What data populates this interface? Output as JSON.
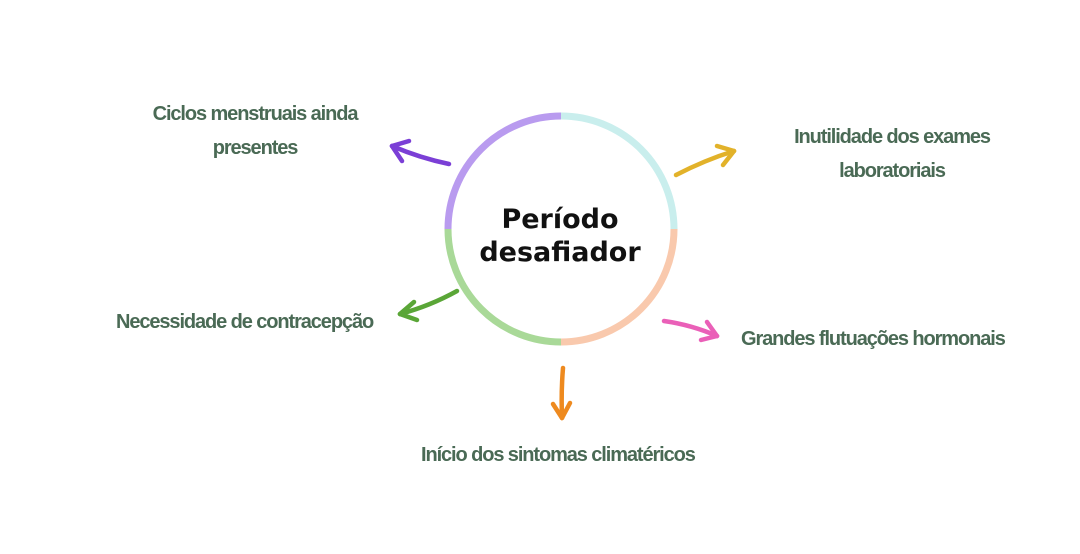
{
  "center": {
    "line1": "Período",
    "line2": "desafiador"
  },
  "items": {
    "ciclos": {
      "line1": "Ciclos menstruais ainda",
      "line2": "presentes"
    },
    "inutilidade": {
      "line1": "Inutilidade dos exames",
      "line2": "laboratoriais"
    },
    "necessidade": {
      "line1": "Necessidade de contracepção"
    },
    "flutuacoes": {
      "line1": "Grandes flutuações hormonais"
    },
    "inicio": {
      "line1": "Início dos sintomas climatéricos"
    }
  },
  "colors": {
    "text": "#4a6a55",
    "ring_purple": "#b99bef",
    "ring_cyan": "#c9eeed",
    "ring_peach": "#f9c9ad",
    "ring_green": "#a9d998",
    "arrow_purple": "#7b3fd6",
    "arrow_yellow": "#e2b22a",
    "arrow_green": "#5aa637",
    "arrow_pink": "#ea60b8",
    "arrow_orange": "#ee8a1f"
  }
}
